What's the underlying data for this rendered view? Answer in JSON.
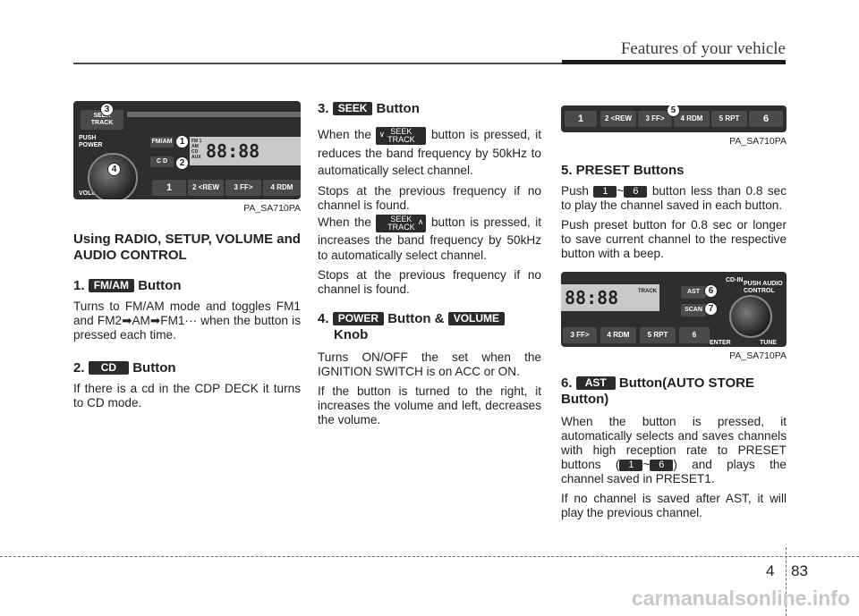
{
  "header": {
    "title": "Features of your vehicle"
  },
  "fig1": {
    "caption": "PA_SA710PA",
    "push_power": "PUSH\nPOWER",
    "volume": "VOLUME",
    "seek_track": "SEEK\nTRACK",
    "fm_am": "FM/AM",
    "cd": "C D",
    "band_list": "FM 1\nAM\nCD\nAUX",
    "presets": [
      "1",
      "2 <REW",
      "3 FF>",
      "4 RDM"
    ],
    "callouts": [
      "1",
      "2",
      "3",
      "4"
    ]
  },
  "fig2": {
    "caption": "PA_SA710PA",
    "presets": [
      "1",
      "2 <REW",
      "3 FF>",
      "4 RDM",
      "5 RPT",
      "6"
    ],
    "callout": "5"
  },
  "fig3": {
    "caption": "PA_SA710PA",
    "track": "TRACK",
    "cd_in": "CD-IN",
    "push_audio": "PUSH AUDIO\nCONTROL",
    "ast": "AST",
    "scan": "SCAN",
    "enter": "ENTER",
    "tune": "TUNE",
    "presets": [
      "3 FF>",
      "4 RDM",
      "5 RPT",
      "6"
    ],
    "callouts": [
      "6",
      "7"
    ]
  },
  "col1": {
    "heading": "Using RADIO, SETUP, VOLUME and AUDIO CONTROL",
    "s1_num": "1.",
    "s1_badge": "FM/AM",
    "s1_word": "Button",
    "s1_text": "Turns to FM/AM mode and toggles FM1 and FM2➡AM➡FM1··· when the button is pressed each time.",
    "s2_num": "2.",
    "s2_badge": "CD",
    "s2_word": "Button",
    "s2_text": "If there is a cd in the CDP DECK it turns to CD mode."
  },
  "col2": {
    "s3_num": "3.",
    "s3_badge": "SEEK",
    "s3_word": "Button",
    "seek_btn_line1": "SEEK",
    "seek_btn_line2": "TRACK",
    "p1_a": "When the",
    "p1_b": "button is pressed, it reduces the band frequency by 50kHz to automatically select channel.",
    "p2": "Stops at the previous frequency if no channel is found.",
    "p3_a": "When the",
    "p3_b": "button is pressed, it increases the band frequency by 50kHz to automatically select channel.",
    "p4": "Stops at the previous frequency if no channel is found.",
    "s4_num": "4.",
    "s4_badge1": "POWER",
    "s4_mid": "Button &",
    "s4_badge2": "VOLUME",
    "s4_word": "Knob",
    "p5": "Turns ON/OFF the set when the IGNITION SWITCH is on ACC or ON.",
    "p6": "If the button is turned to the right, it increases the volume and left, decreases the volume."
  },
  "col3": {
    "s5": "5. PRESET Buttons",
    "push": "Push",
    "b1": "1",
    "tilde": "~",
    "b6": "6",
    "p1_rest": "button less than 0.8 sec to play the channel saved in each button.",
    "p2": "Push preset button for 0.8 sec or longer to save current channel to the respective button with a beep.",
    "s6_num": "6.",
    "s6_badge": "AST",
    "s6_word": "Button(AUTO STORE Button)",
    "p3_a": "When the button is pressed, it automatically selects and saves channels with high reception rate to PRESET buttons (",
    "p3_b": ") and plays the channel saved in PRESET1.",
    "p4": "If no channel is saved after AST, it will play the previous channel."
  },
  "footer": {
    "chapter": "4",
    "page": "83",
    "watermark": "carmanualsonline.info"
  }
}
